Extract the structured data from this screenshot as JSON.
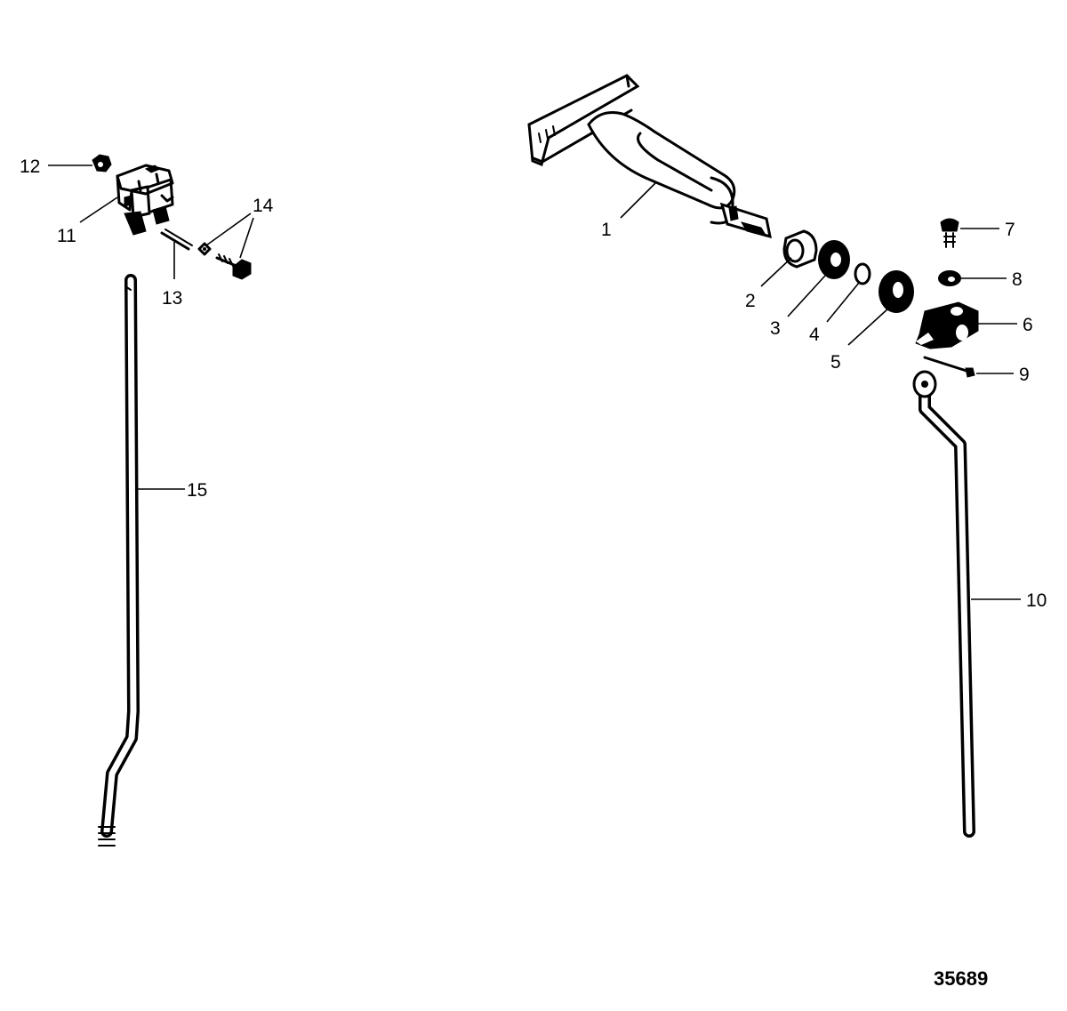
{
  "figure_id": "35689",
  "callouts": [
    {
      "number": "1"
    },
    {
      "number": "2"
    },
    {
      "number": "3"
    },
    {
      "number": "4"
    },
    {
      "number": "5"
    },
    {
      "number": "6"
    },
    {
      "number": "7"
    },
    {
      "number": "8"
    },
    {
      "number": "9"
    },
    {
      "number": "10"
    },
    {
      "number": "11"
    },
    {
      "number": "12"
    },
    {
      "number": "13"
    },
    {
      "number": "14"
    },
    {
      "number": "15"
    }
  ]
}
